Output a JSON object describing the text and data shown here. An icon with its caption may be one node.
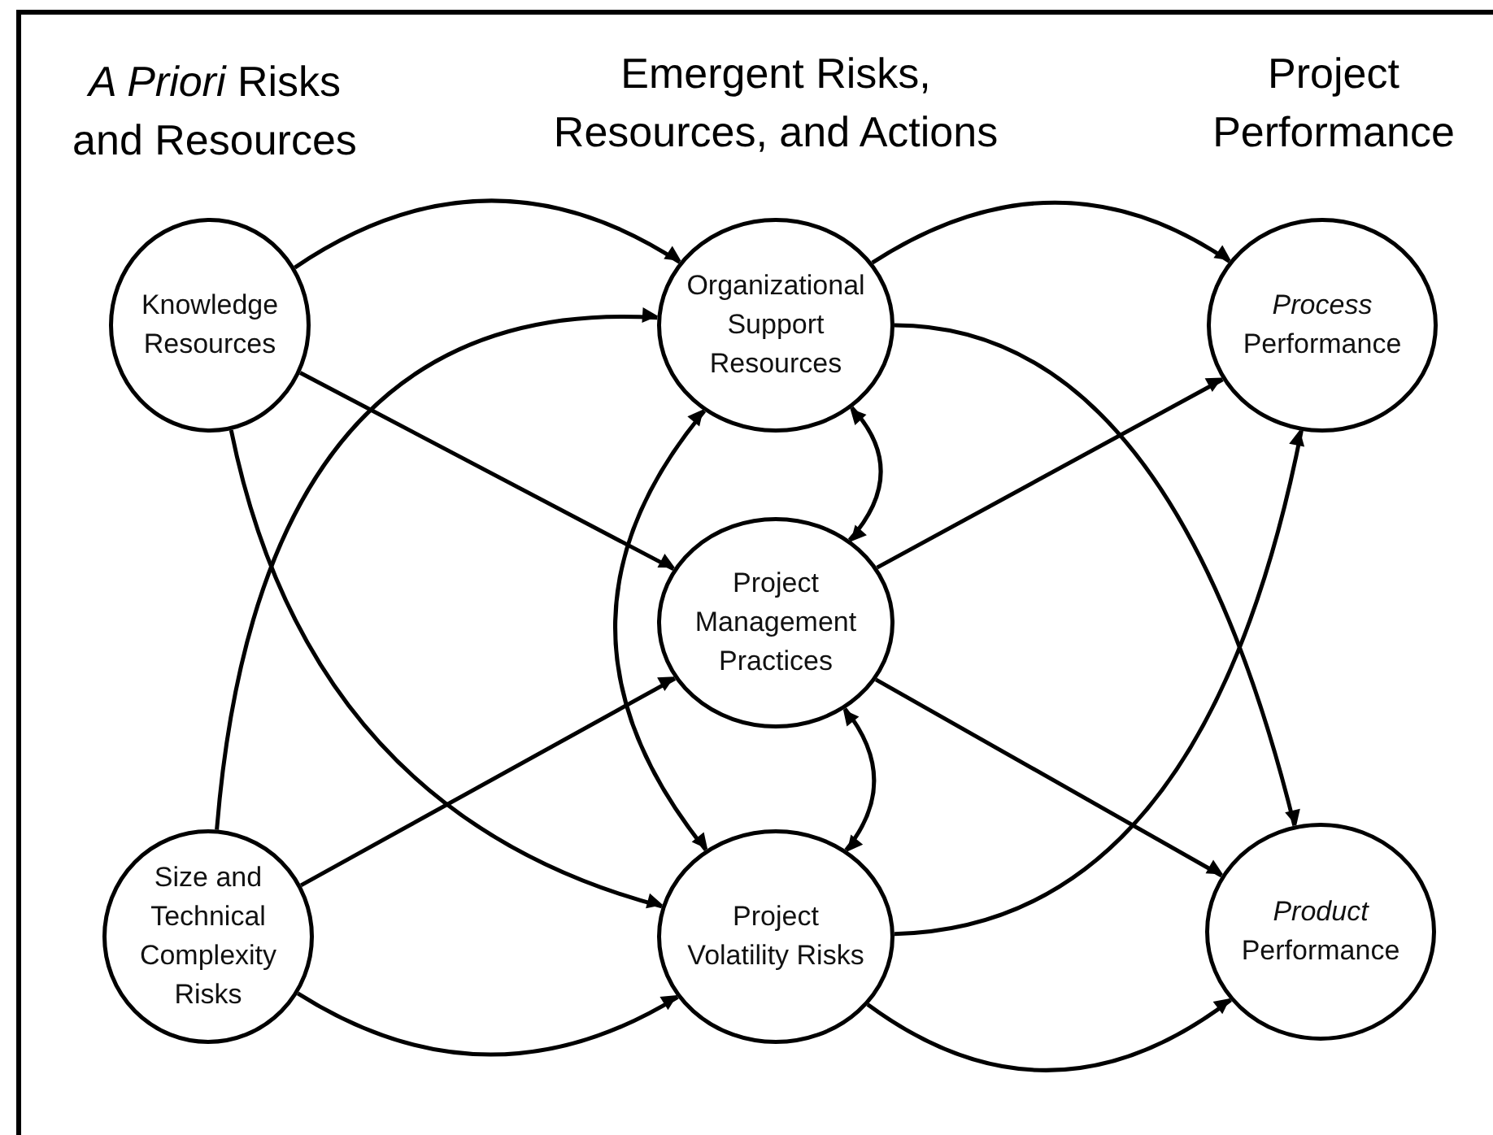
{
  "diagram": {
    "nodes": [
      {
        "text": [
          "Knowledge Resources"
        ]
      },
      {
        "text": [
          "Organizational Support Resources"
        ]
      },
      {
        "text": [
          "*Process* Performance"
        ]
      },
      {
        "text": [
          "Project Management Practices"
        ]
      },
      {
        "text": [
          "Size and Technical Complexity Risks"
        ]
      },
      {
        "text": [
          "Project Volatility Risks"
        ]
      },
      {
        "text": [
          "*Product* Performance"
        ]
      }
    ],
    "edges": [
      {
        "from": 0,
        "to": 1,
        "arrow": "to"
      },
      {
        "from": 0,
        "to": 3,
        "arrow": "to"
      },
      {
        "from": 0,
        "to": 5,
        "arrow": "to"
      },
      {
        "from": 4,
        "to": 1,
        "arrow": "to"
      },
      {
        "from": 4,
        "to": 3,
        "arrow": "to"
      },
      {
        "from": 4,
        "to": 5,
        "arrow": "to"
      },
      {
        "from": 1,
        "to": 2,
        "arrow": "to"
      },
      {
        "from": 1,
        "to": 6,
        "arrow": "to"
      },
      {
        "from": 1,
        "to": 3,
        "arrow": "both"
      },
      {
        "from": 1,
        "to": 5,
        "arrow": "both"
      },
      {
        "from": 3,
        "to": 2,
        "arrow": "to"
      },
      {
        "from": 3,
        "to": 6,
        "arrow": "to"
      },
      {
        "from": 3,
        "to": 5,
        "arrow": "both"
      },
      {
        "from": 5,
        "to": 2,
        "arrow": "to"
      },
      {
        "from": 5,
        "to": 6,
        "arrow": "to"
      }
    ],
    "labels": [
      "*A Priori* Risks and Resources",
      "Emergent Risks, Resources, and Actions",
      "Project Performance"
    ]
  }
}
